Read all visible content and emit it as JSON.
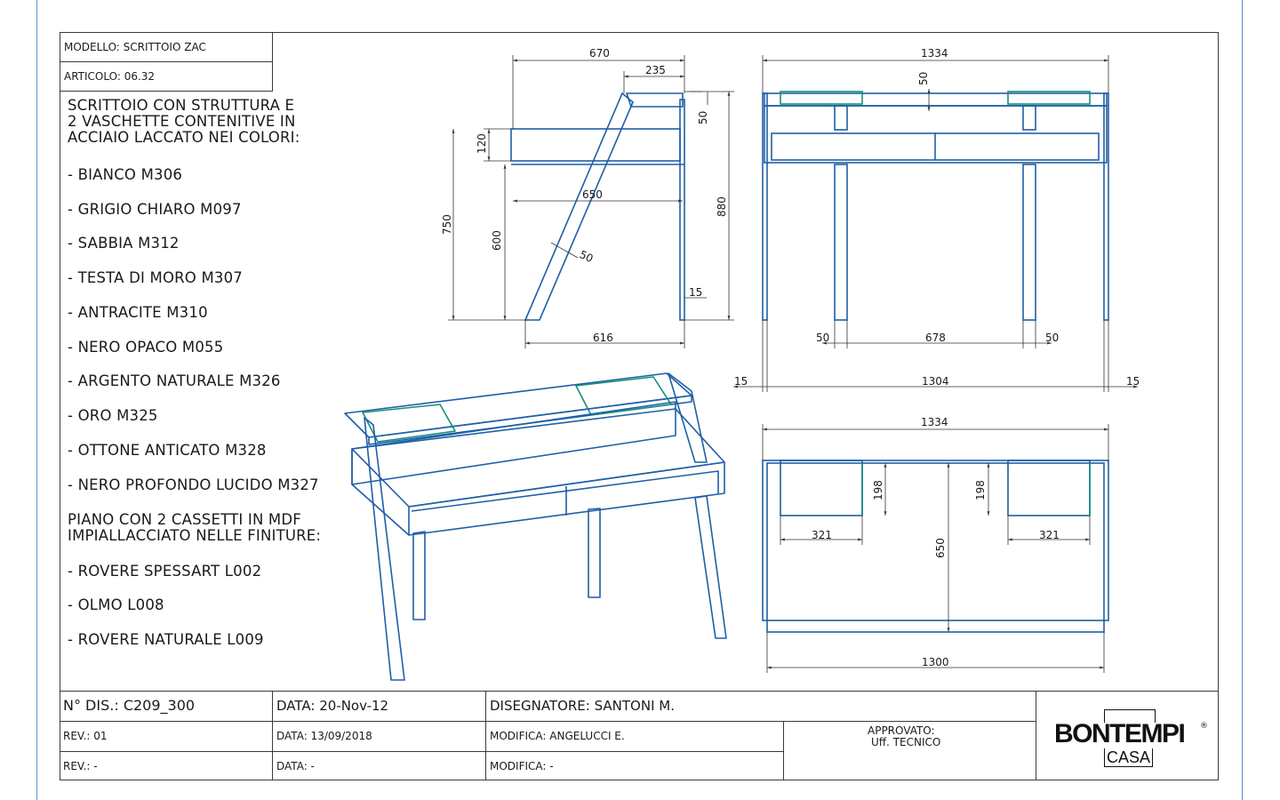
{
  "header": {
    "model": "MODELLO: SCRITTOIO ZAC",
    "article": "ARTICOLO: 06.32"
  },
  "description": {
    "intro": [
      "SCRITTOIO CON STRUTTURA E",
      "2 VASCHETTE CONTENITIVE IN",
      "ACCIAIO LACCATO NEI COLORI:"
    ],
    "steel_colors": [
      "- BIANCO M306",
      "- GRIGIO CHIARO M097",
      "- SABBIA M312",
      "- TESTA DI MORO M307",
      "- ANTRACITE M310",
      "- NERO OPACO M055",
      "- ARGENTO NATURALE M326",
      "- ORO M325",
      "- OTTONE ANTICATO M328",
      "- NERO PROFONDO LUCIDO M327"
    ],
    "top_intro": [
      "PIANO CON 2 CASSETTI  IN MDF",
      "IMPIALLACCIATO NELLE FINITURE:"
    ],
    "top_finishes": [
      "- ROVERE SPESSART L002",
      "- OLMO L008",
      "- ROVERE NATURALE L009"
    ]
  },
  "dimensions": {
    "side": {
      "depth_total": "670",
      "shelf_depth": "235",
      "shelf_h": "50",
      "box_h": "120",
      "total_h": "880",
      "h_750": "750",
      "h_600": "600",
      "top_depth": "650",
      "leg_w": "50",
      "base_depth": "616",
      "leg_thick": "15"
    },
    "front": {
      "width_total": "1334",
      "shelf_h": "50",
      "leg_l": "50",
      "between_legs": "678",
      "leg_r": "50",
      "side_l": "15",
      "inner_w": "1304",
      "side_r": "15"
    },
    "plan": {
      "width_total": "1334",
      "tray_depth_l": "198",
      "tray_depth_r": "198",
      "tray_w_l": "321",
      "tray_w_r": "321",
      "depth": "650",
      "width_top": "1300"
    }
  },
  "titleblock": {
    "dis_no": "N° DIS.: C209_300",
    "data1": "DATA: 20-Nov-12",
    "designer": "DISEGNATORE: SANTONI M.",
    "rev1": "REV.: 01",
    "data2": "DATA:  13/09/2018",
    "mod1": "MODIFICA: ANGELUCCI E.",
    "approved": "APPROVATO:",
    "approved_by": "Uff. TECNICO",
    "rev2": "REV.: -",
    "data3": "DATA: -",
    "mod2": "MODIFICA: -"
  },
  "logo": {
    "brand": "BONTEMPI",
    "sub": "CASA",
    "mark": "®"
  },
  "colors": {
    "line": "#1f5fa6",
    "accent": "#14907a",
    "dim": "#333333",
    "frame": "#3a3a3a"
  }
}
